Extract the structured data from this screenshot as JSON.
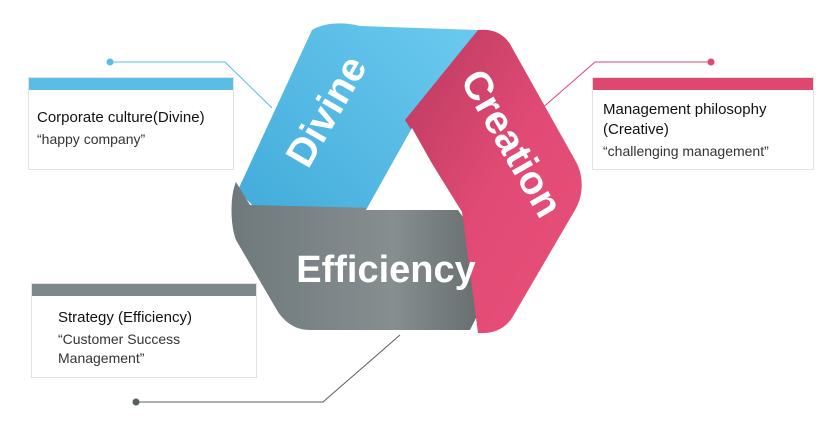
{
  "colors": {
    "divine": "#5bbde4",
    "creation": "#de4870",
    "efficiency": "#7e8789",
    "card_border": "#e2e2e2"
  },
  "segments": {
    "divine": "Divine",
    "creation": "Creation",
    "efficiency": "Efficiency"
  },
  "cards": {
    "culture": {
      "title": "Corporate culture(Divine)",
      "quote": "“happy company”"
    },
    "philosophy": {
      "title": "Management philosophy\n(Creative)",
      "quote": "“challenging management”"
    },
    "strategy": {
      "title": "Strategy (Efficiency)",
      "quote": "“Customer Success\n Management”"
    }
  }
}
